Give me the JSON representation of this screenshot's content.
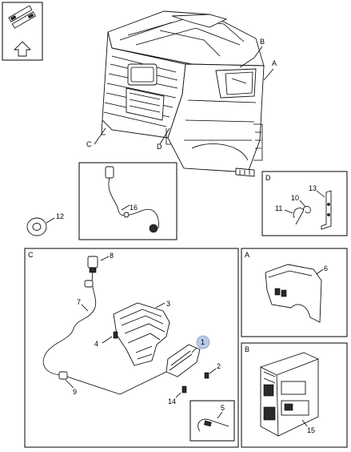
{
  "callouts": {
    "A": "A",
    "B": "B",
    "C": "C",
    "D": "D",
    "n1": "1",
    "n2": "2",
    "n3": "3",
    "n4": "4",
    "n5": "5",
    "n6": "6",
    "n7": "7",
    "n8": "8",
    "n9": "9",
    "n10": "10",
    "n11": "11",
    "n12": "12",
    "n13": "13",
    "n14": "14",
    "n15": "15",
    "n16": "16"
  },
  "panels": {
    "C": "C",
    "D": "D",
    "A": "A",
    "B": "B"
  },
  "colors": {
    "highlight": "#b9c9e6",
    "line": "#000000"
  }
}
